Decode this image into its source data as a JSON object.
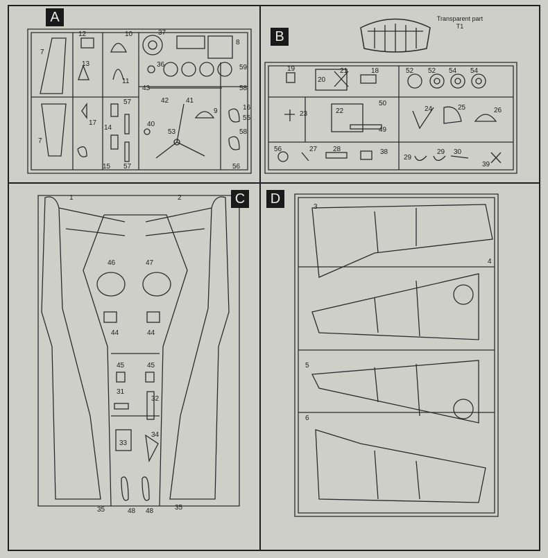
{
  "sections": {
    "A": {
      "label": "A"
    },
    "B": {
      "label": "B"
    },
    "C": {
      "label": "C"
    },
    "D": {
      "label": "D"
    }
  },
  "transparent_part": {
    "caption": "Transparent part",
    "code": "T1"
  },
  "parts_A": [
    "7",
    "12",
    "10",
    "37",
    "8",
    "13",
    "11",
    "36",
    "59",
    "43",
    "58",
    "7",
    "17",
    "14",
    "57",
    "42",
    "41",
    "9",
    "16",
    "55",
    "40",
    "53",
    "58",
    "15",
    "57",
    "56"
  ],
  "parts_B": [
    "19",
    "20",
    "21",
    "18",
    "52",
    "52",
    "54",
    "54",
    "23",
    "22",
    "50",
    "49",
    "24",
    "25",
    "26",
    "56",
    "27",
    "28",
    "38",
    "29",
    "29",
    "30",
    "39"
  ],
  "parts_C": [
    "1",
    "2",
    "46",
    "47",
    "44",
    "44",
    "45",
    "45",
    "31",
    "32",
    "33",
    "34",
    "35",
    "48",
    "48",
    "35"
  ],
  "parts_D": [
    "3",
    "4",
    "5",
    "6"
  ]
}
